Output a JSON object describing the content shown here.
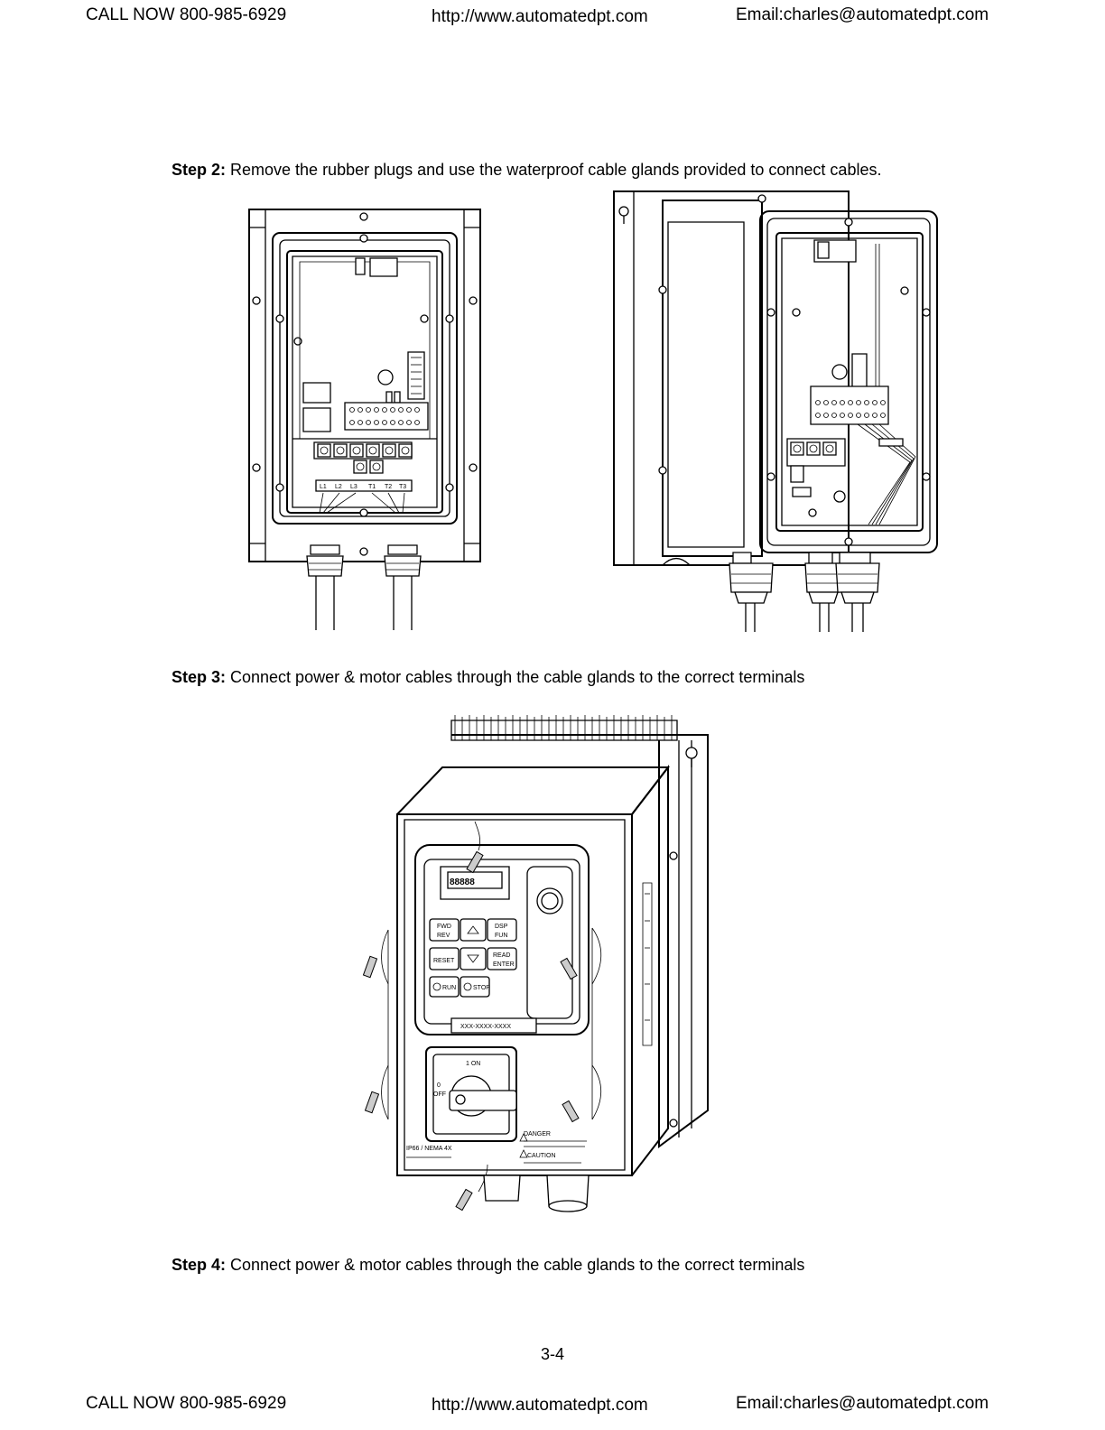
{
  "header": {
    "phone": "CALL NOW 800-985-6929",
    "url": "http://www.automatedpt.com",
    "email": "Email:charles@automatedpt.com"
  },
  "footer": {
    "phone": "CALL NOW 800-985-6929",
    "url": "http://www.automatedpt.com",
    "email": "Email:charles@automatedpt.com"
  },
  "page_number": "3-4",
  "steps": [
    {
      "label": "Step 2:",
      "text": " Remove the rubber plugs and use the waterproof cable glands provided to connect cables."
    },
    {
      "label": "Step 3:",
      "text": " Connect power & motor cables through the cable glands to the correct terminals"
    },
    {
      "label": "Step 4:",
      "text": " Connect power & motor cables through the cable glands to the correct terminals"
    }
  ],
  "figure_labels": {
    "model_plate": "XXX-XXXX-XXXX",
    "switch_on": "1 ON",
    "switch_off_num": "0",
    "switch_off": "OFF",
    "display_digits": "88888",
    "btn_fwd": "FWD",
    "btn_rev": "REV",
    "btn_dsp": "DSP",
    "btn_fun": "FUN",
    "btn_reset": "RESET",
    "btn_read": "READ",
    "btn_enter": "ENTER",
    "btn_run": "RUN",
    "btn_stop": "STOP",
    "danger": "DANGER",
    "caution": "CAUTION",
    "rating": "IP66 / NEMA 4X",
    "terminals": [
      "L1",
      "L2",
      "L3",
      "T1",
      "T2",
      "T3"
    ]
  }
}
